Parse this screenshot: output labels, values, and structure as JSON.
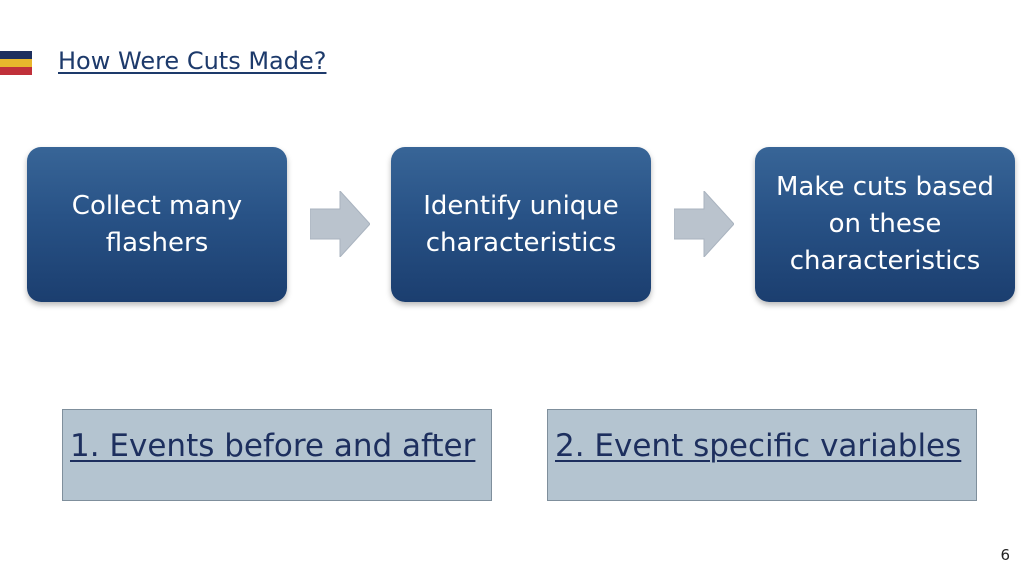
{
  "slide": {
    "title": "How Were Cuts Made?",
    "page_number": "6"
  },
  "flowchart": {
    "steps": [
      "Collect many flashers",
      "Identify unique characteristics",
      "Make cuts based on these characteristics"
    ]
  },
  "criteria": [
    "1. Events before and after",
    "2. Event specific variables"
  ],
  "colors": {
    "step_box": "#285286",
    "arrow": "#bac3cd",
    "criteria_box": "#b4c4d0",
    "title_text": "#1d3a6b"
  }
}
